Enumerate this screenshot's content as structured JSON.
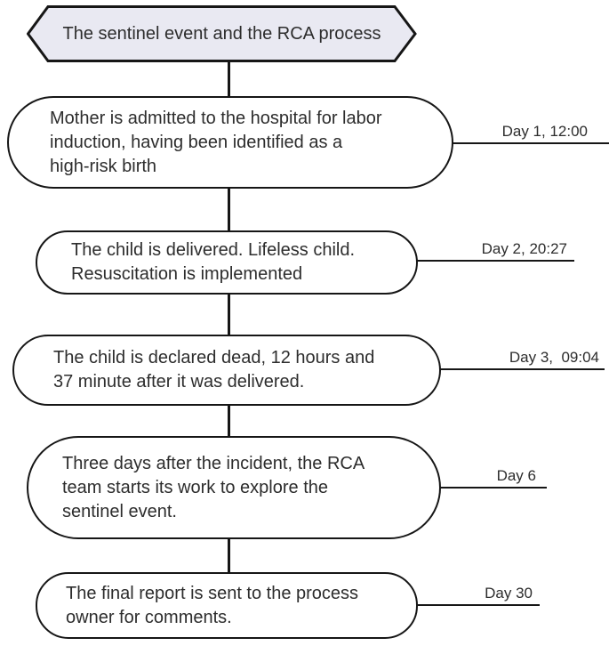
{
  "title": "The sentinel event and the RCA process",
  "steps": [
    {
      "text": "Mother is admitted to the hospital for labor\ninduction, having been identified as a\nhigh-risk birth",
      "day_label": "Day 1, 12:00"
    },
    {
      "text": "The child is delivered. Lifeless child.\nResuscitation is implemented",
      "day_label": "Day 2, 20:27"
    },
    {
      "text": "The child is declared dead, 12 hours and\n37 minute after it was delivered.",
      "day_label": "Day 3,  09:04"
    },
    {
      "text": "Three days after the incident, the RCA\nteam starts its work to explore the\nsentinel event.",
      "day_label": "Day 6"
    },
    {
      "text": "The final report is sent to the process\nowner for comments.",
      "day_label": "Day 30"
    }
  ],
  "colors": {
    "header_fill": "#e9e9f2",
    "line": "#161616",
    "text": "#2d2d2d"
  }
}
